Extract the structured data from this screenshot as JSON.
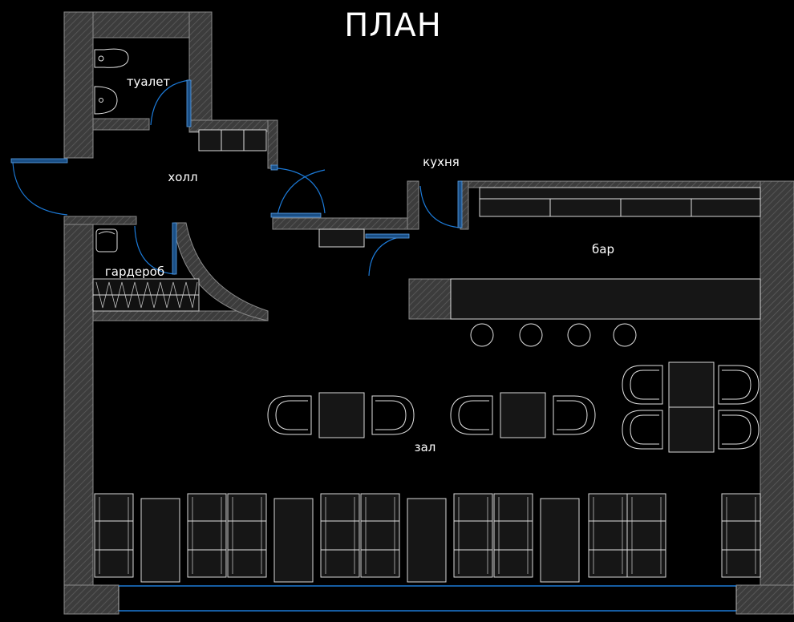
{
  "plan": {
    "title": "ПЛАН",
    "rooms": {
      "toilet": "туалет",
      "hall": "холл",
      "kitchen": "кухня",
      "bar": "бар",
      "cloakroom": "гардероб",
      "dining": "зал"
    }
  },
  "colors": {
    "background": "#000000",
    "wall_hatch": "#4a4a4a",
    "door_blue": "#1c7ad8",
    "furniture_line": "#d8d8d8"
  }
}
